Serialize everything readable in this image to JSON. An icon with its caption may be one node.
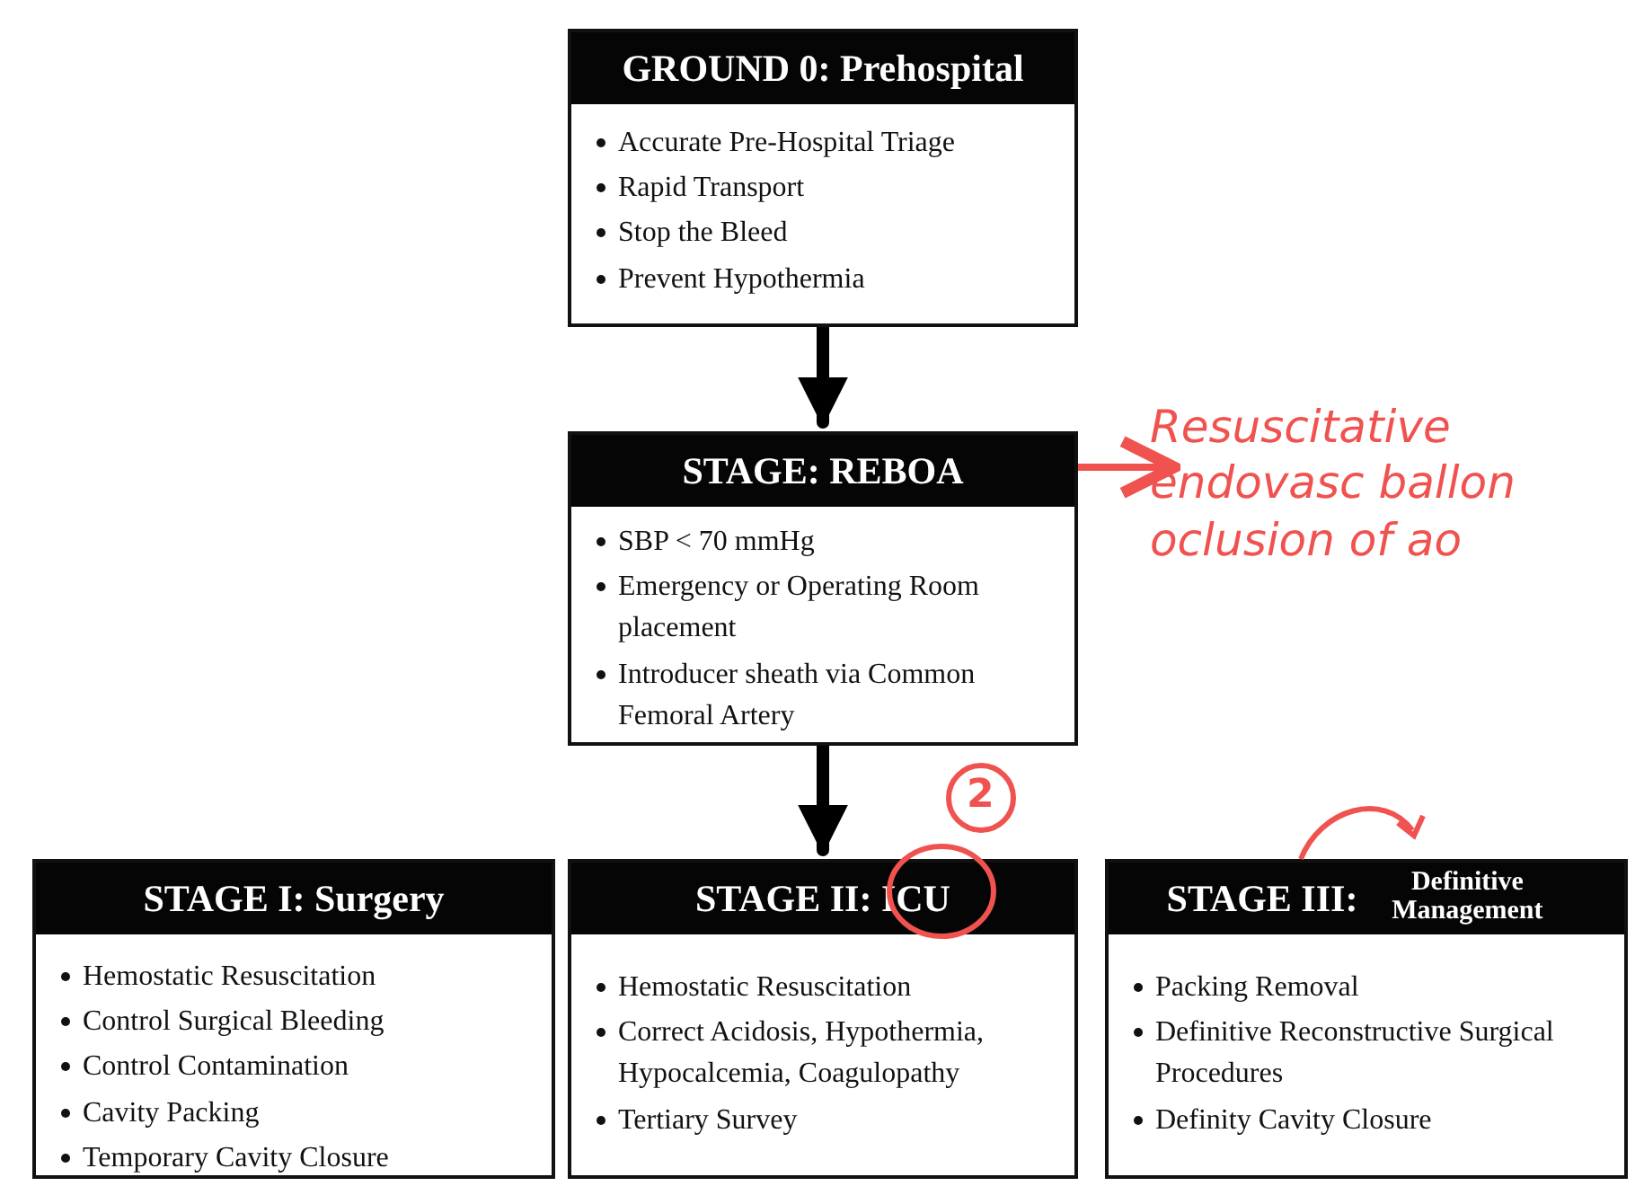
{
  "diagram": {
    "nodes": [
      {
        "text": [
          "GROUND 0: Prehospital",
          "Accurate Pre-Hospital Triage",
          "Rapid Transport",
          "Stop the Bleed",
          "Prevent Hypothermia"
        ]
      },
      {
        "text": [
          "STAGE: REBOA",
          "SBP < 70 mmHg",
          "Emergency or Operating Room placement",
          "Introducer sheath via Common Femoral Artery"
        ]
      },
      {
        "text": [
          "STAGE I: Surgery",
          "Hemostatic Resuscitation",
          "Control Surgical Bleeding",
          "Control Contamination",
          "Cavity Packing",
          "Temporary Cavity Closure"
        ]
      },
      {
        "text": [
          "STAGE II: ICU",
          "Hemostatic Resuscitation",
          "Correct Acidosis, Hypothermia, Hypocalcemia, Coagulopathy",
          "Tertiary Survey"
        ]
      },
      {
        "text": [
          "STAGE III:",
          "Definitive Management",
          "Packing Removal",
          "Definitive Reconstructive Surgical Procedures",
          "Definity Cavity Closure"
        ]
      },
      {
        "text": [
          "Resuscitative endovasc ballon oclusion of ao"
        ]
      }
    ],
    "edges": [
      {
        "from": 0,
        "to": 1,
        "arrow": "to"
      },
      {
        "from": 1,
        "to": 3,
        "arrow": "to"
      },
      {
        "from": 1,
        "to": 5,
        "arrow": "to",
        "color": "#f0524f"
      }
    ],
    "labels": [
      "2"
    ]
  }
}
